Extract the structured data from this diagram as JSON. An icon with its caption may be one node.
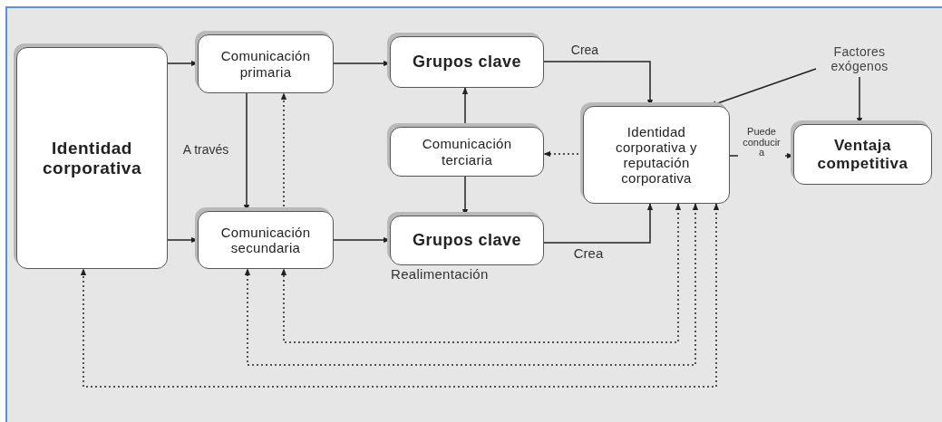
{
  "diagram": {
    "nodes": [
      {
        "text": [
          "Identidad corporativa"
        ]
      },
      {
        "text": [
          "Comunicación primaria"
        ]
      },
      {
        "text": [
          "Comunicación secundaria"
        ]
      },
      {
        "text": [
          "Grupos clave"
        ]
      },
      {
        "text": [
          "Comunicación terciaria"
        ]
      },
      {
        "text": [
          "Grupos clave"
        ],
        "beside": [
          "Realimentación"
        ]
      },
      {
        "text": [
          "Identidad corporativa y reputación corporativa"
        ]
      },
      {
        "text": [
          "Ventaja competitiva"
        ]
      },
      {
        "text": [
          "Factores exógenos"
        ]
      }
    ],
    "edges": [
      {
        "from": 0,
        "to": 1,
        "arrow": "to"
      },
      {
        "from": 0,
        "to": 2,
        "arrow": "to"
      },
      {
        "from": 1,
        "to": 3,
        "arrow": "to"
      },
      {
        "from": 2,
        "to": 5,
        "arrow": "to"
      },
      {
        "from": 1,
        "to": 2,
        "arrow": "to",
        "label": "A través"
      },
      {
        "from": 2,
        "to": 1,
        "arrow": "to",
        "style": "dashed"
      },
      {
        "from": 4,
        "to": 3,
        "arrow": "to"
      },
      {
        "from": 4,
        "to": 5,
        "arrow": "to"
      },
      {
        "from": 6,
        "to": 4,
        "arrow": "to",
        "style": "dashed"
      },
      {
        "from": 3,
        "to": 6,
        "arrow": "to",
        "label": "Crea"
      },
      {
        "from": 5,
        "to": 6,
        "arrow": "to",
        "label": "Crea"
      },
      {
        "from": 6,
        "to": 7,
        "arrow": "to",
        "label": "Puede conducir a"
      },
      {
        "from": 8,
        "to": 6,
        "arrow": "to"
      },
      {
        "from": 8,
        "to": 7,
        "arrow": "to"
      },
      {
        "from": 6,
        "to": 2,
        "arrow": "both",
        "style": "dashed"
      },
      {
        "from": 6,
        "to": 2,
        "arrow": "both",
        "style": "dashed"
      },
      {
        "from": 6,
        "to": 0,
        "arrow": "both",
        "style": "dashed"
      }
    ]
  }
}
